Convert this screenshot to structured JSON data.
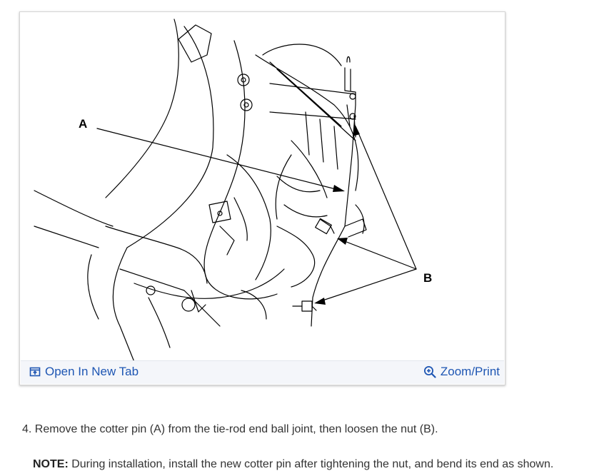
{
  "figure": {
    "callout_a": "A",
    "callout_b": "B"
  },
  "toolbar": {
    "open_tab_label": "Open In New Tab",
    "zoom_print_label": "Zoom/Print",
    "open_tab_icon": "open-new-tab-icon",
    "zoom_icon": "zoom-in-icon",
    "link_color": "#1e56b3"
  },
  "instructions": {
    "step_text": "4. Remove the cotter pin (A) from the tie-rod end ball joint, then loosen the nut (B).",
    "note_label": "NOTE:",
    "note_text": " During installation, install the new cotter pin after tightening the nut, and bend its end as shown."
  }
}
